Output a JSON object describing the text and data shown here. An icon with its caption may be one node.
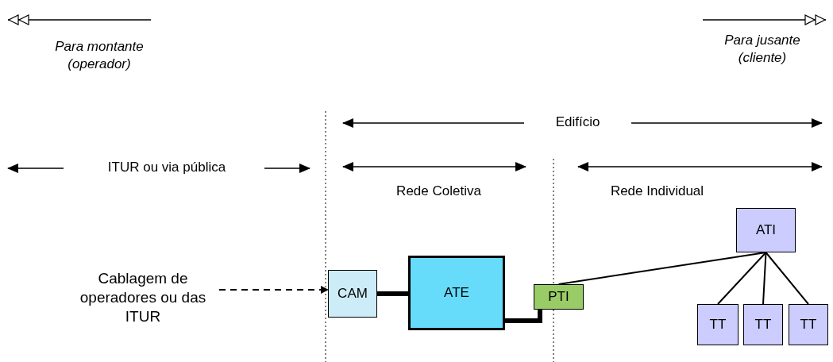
{
  "diagram": {
    "nodes": [
      {
        "text": [
          "Cablagem de operadores ou das ITUR"
        ]
      },
      {
        "text": [
          "CAM"
        ]
      },
      {
        "text": [
          "ATE"
        ]
      },
      {
        "text": [
          "PTI"
        ]
      },
      {
        "text": [
          "ATI"
        ]
      },
      {
        "text": [
          "TT"
        ]
      },
      {
        "text": [
          "TT"
        ]
      },
      {
        "text": [
          "TT"
        ]
      }
    ],
    "edges": [
      {
        "from": 0,
        "to": 1,
        "arrow": "to",
        "style": "dashed"
      },
      {
        "from": 1,
        "to": 2,
        "arrow": "none",
        "style": "thick"
      },
      {
        "from": 2,
        "to": 3,
        "arrow": "none",
        "style": "thick"
      },
      {
        "from": 3,
        "to": 4,
        "arrow": "none"
      },
      {
        "from": 4,
        "to": 5,
        "arrow": "none"
      },
      {
        "from": 4,
        "to": 6,
        "arrow": "none"
      },
      {
        "from": 4,
        "to": 7,
        "arrow": "none"
      }
    ],
    "labels": [
      "Para montante (operador)",
      "Para jusante (cliente)",
      "Edifício",
      "ITUR ou via pública",
      "Rede Coletiva",
      "Rede Individual"
    ]
  }
}
